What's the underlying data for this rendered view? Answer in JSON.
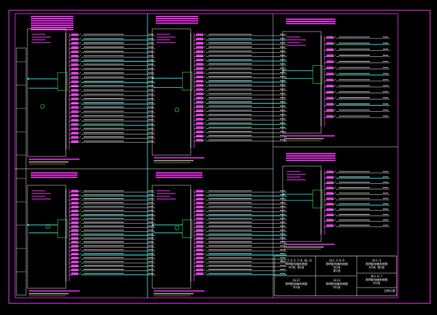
{
  "drawing": {
    "background": "#000000",
    "colors": {
      "frame": "#ff33ff",
      "magenta": "#ff33ff",
      "cyan": "#33ffff",
      "green": "#33ff33",
      "white": "#ffffff",
      "yellow": "#ffff33",
      "divider": "#cccccc"
    }
  },
  "title_block": {
    "cells": [
      {
        "id": "tb1",
        "lines": [
          "AL1,2,4,5,7,8,10,11",
          "照明配电箱系统图",
          "共1张 第1张"
        ]
      },
      {
        "id": "tb2",
        "lines": [
          "AL2,3,6,9",
          "照明配电箱系统图",
          "共1张",
          "第1张"
        ]
      },
      {
        "id": "tb3",
        "lines": [
          "AL1,4",
          "照明配电箱系统图",
          "共1张 第1张"
        ]
      },
      {
        "id": "tb4",
        "lines": [
          "AL12",
          "照明配电箱系统图",
          "共1张"
        ]
      },
      {
        "id": "tb5",
        "lines": [
          "AL13",
          "照明配电箱系统图",
          "共1张"
        ]
      },
      {
        "id": "tb6",
        "lines": [
          "AL1,6,7",
          "照明配电箱系统图",
          "共1张"
        ]
      },
      {
        "id": "tb7",
        "lines": [
          "比例示意"
        ]
      }
    ]
  }
}
